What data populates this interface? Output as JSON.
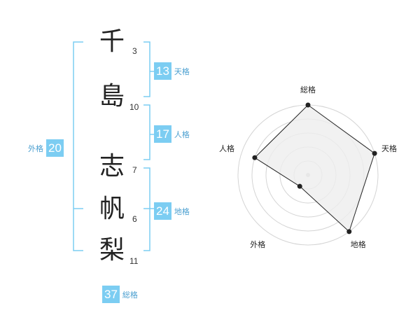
{
  "name": {
    "characters": [
      {
        "char": "千",
        "strokes": "3"
      },
      {
        "char": "島",
        "strokes": "10"
      },
      {
        "char": "志",
        "strokes": "7"
      },
      {
        "char": "帆",
        "strokes": "6"
      },
      {
        "char": "梨",
        "strokes": "11"
      }
    ]
  },
  "fortune": {
    "tenkaku": {
      "value": "13",
      "label": "天格"
    },
    "jinkaku": {
      "value": "17",
      "label": "人格"
    },
    "chikaku": {
      "value": "24",
      "label": "地格"
    },
    "gaikaku": {
      "value": "20",
      "label": "外格"
    },
    "soukaku": {
      "value": "37",
      "label": "総格"
    }
  },
  "colors": {
    "bracket": "#7ccdf2",
    "badge": "#7ccdf2",
    "label": "#4a9fd0",
    "radar_fill": "#eeeeee",
    "radar_line": "#222222",
    "ring": "#d4d4d4"
  },
  "chart_data": {
    "type": "radar",
    "axes": [
      "総格",
      "天格",
      "地格",
      "外格",
      "人格"
    ],
    "values": [
      5,
      5,
      5,
      1,
      4
    ],
    "max": 5,
    "rings": 5
  }
}
